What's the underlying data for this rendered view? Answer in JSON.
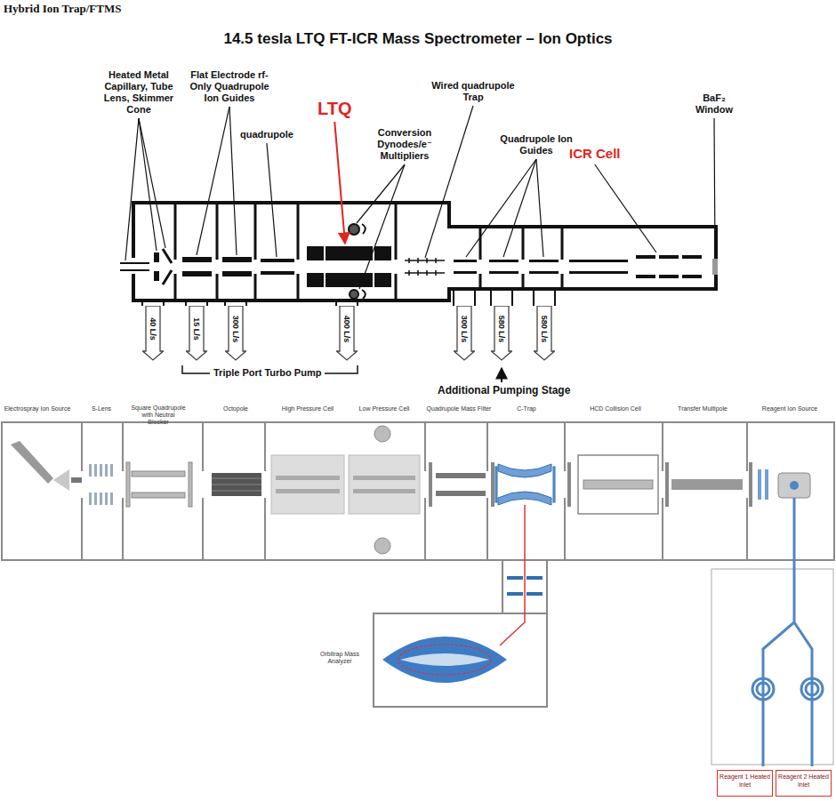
{
  "diagram": {
    "title": "14.5 tesla LTQ FT-ICR Mass Spectrometer – Ion Optics",
    "nodes": [
      {
        "text": [
          "40 L/s"
        ]
      },
      {
        "text": [
          "15 L/s"
        ]
      },
      {
        "text": [
          "300 L/s"
        ]
      },
      {
        "text": [
          "400 L/s"
        ]
      },
      {
        "text": [
          "300 L/s"
        ]
      },
      {
        "text": [
          "580 L/s"
        ]
      },
      {
        "text": [
          "580 L/s"
        ]
      },
      {
        "text": [
          "Reagent 1 Heated Inlet"
        ]
      },
      {
        "text": [
          "Reagent 2 Heated Inlet"
        ]
      }
    ],
    "labels": [
      "Hybrid Ion Trap/FTMS",
      "Heated Metal Capillary, Tube Lens, Skimmer Cone",
      "Flat Electrode rf-Only Quadrupole Ion Guides",
      "LTQ",
      "quadrupole",
      "Conversion Dynodes/e⁻ Multipliers",
      "Wired quadrupole Trap",
      "Quadrupole Ion Guides",
      "ICR Cell",
      "BaF₂ Window",
      "Triple Port Turbo Pump",
      "Additional Pumping Stage",
      "Electrospray Ion Source",
      "S-Lens",
      "Square Quadrupole with Neutral Blocker",
      "Octopole",
      "High Pressure Cell",
      "Low Pressure Cell",
      "Quadrupole Mass Filter",
      "C-Trap",
      "HCD Collision Cell",
      "Transfer Multipole",
      "Reagent Ion Source",
      "Orbitrap Mass Analyzer"
    ]
  }
}
